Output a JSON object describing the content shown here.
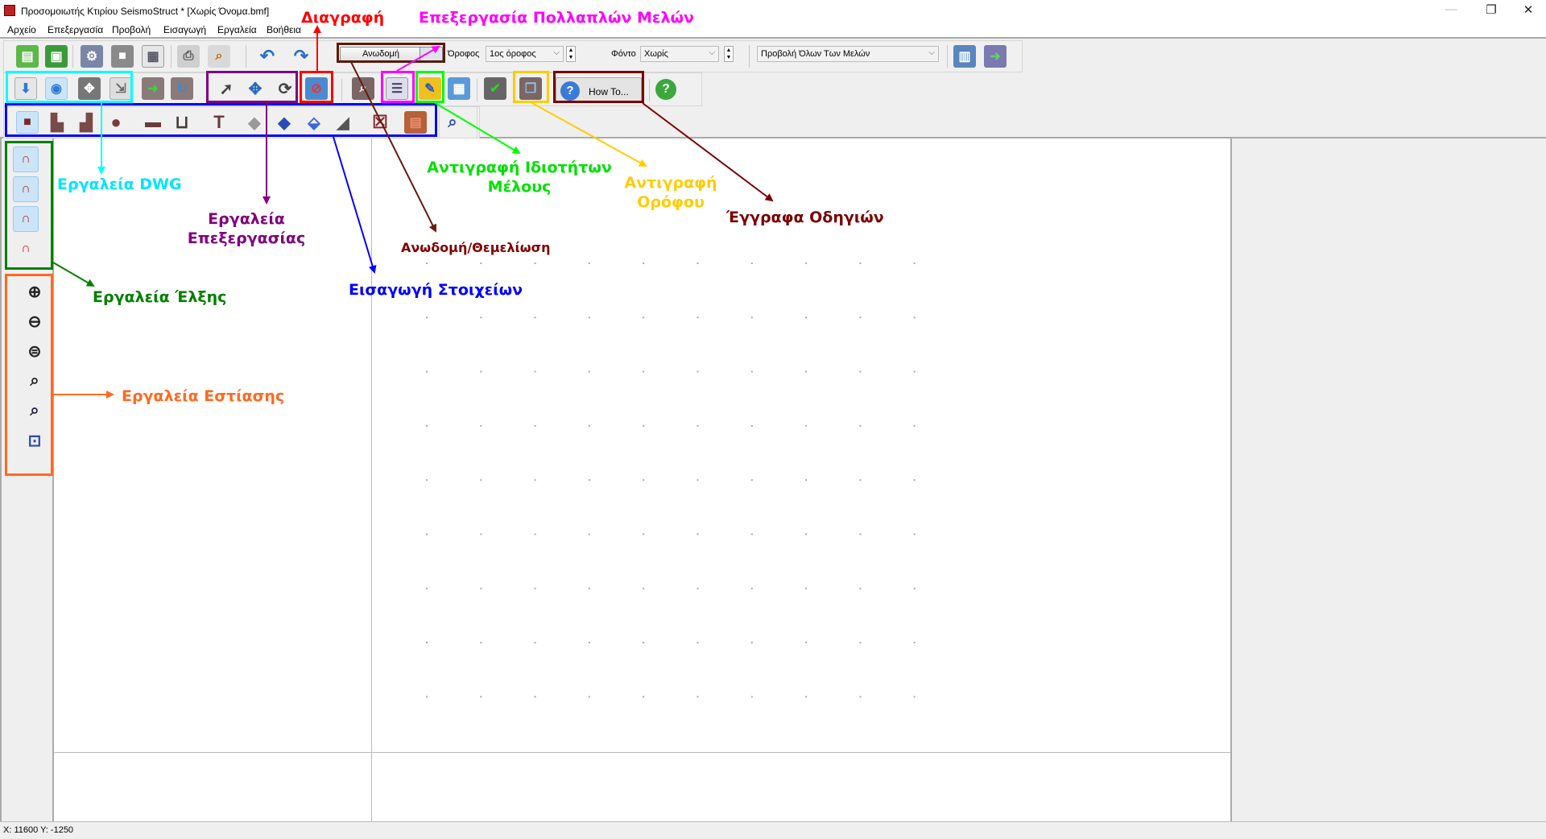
{
  "window": {
    "title": "Προσομοιωτής Κτιρίου SeismoStruct * [Χωρίς Όνομα.bmf]",
    "minimize": "—",
    "restore": "❐",
    "close": "✕"
  },
  "menu": [
    "Αρχείο",
    "Επεξεργασία",
    "Προβολή",
    "Εισαγωγή",
    "Εργαλεία",
    "Βοήθεια"
  ],
  "toolbar": {
    "toggle_label": "Ανωδομή",
    "floor_label": "Όροφος",
    "floor_value": "1ος όροφος",
    "background_label": "Φόντο",
    "background_value": "Χωρίς",
    "view_value": "Προβολή Όλων Των Μελών",
    "howto_label": "How To..."
  },
  "status": {
    "coords": "X: 11600  Y: -1250"
  },
  "annotations": {
    "delete": "Διαγραφή",
    "multi_edit": "Επεξεργασία Πολλαπλών Μελών",
    "dwg_tools": "Εργαλεία DWG",
    "edit_tools_1": "Εργαλεία",
    "edit_tools_2": "Επεξεργασίας",
    "snap_tools": "Εργαλεία Έλξης",
    "zoom_tools": "Εργαλεία Εστίασης",
    "insert_elements": "Εισαγωγή Στοιχείων",
    "super_found": "Ανωδομή/Θεμελίωση",
    "copy_props_1": "Αντιγραφή Ιδιοτήτων",
    "copy_props_2": "Μέλους",
    "copy_floor_1": "Αντιγραφή",
    "copy_floor_2": "Ορόφου",
    "guides": "Έγγραφα Οδηγιών"
  },
  "colors": {
    "delete": "#ff0000",
    "multi_edit": "#ff00ff",
    "dwg": "#00ffff",
    "edit": "#800080",
    "snap": "#008000",
    "zoom": "#ff6a20",
    "insert": "#0000ff",
    "super": "#800000",
    "copy_props": "#00ff00",
    "copy_floor": "#ffcc00",
    "guides": "#7a0000"
  }
}
